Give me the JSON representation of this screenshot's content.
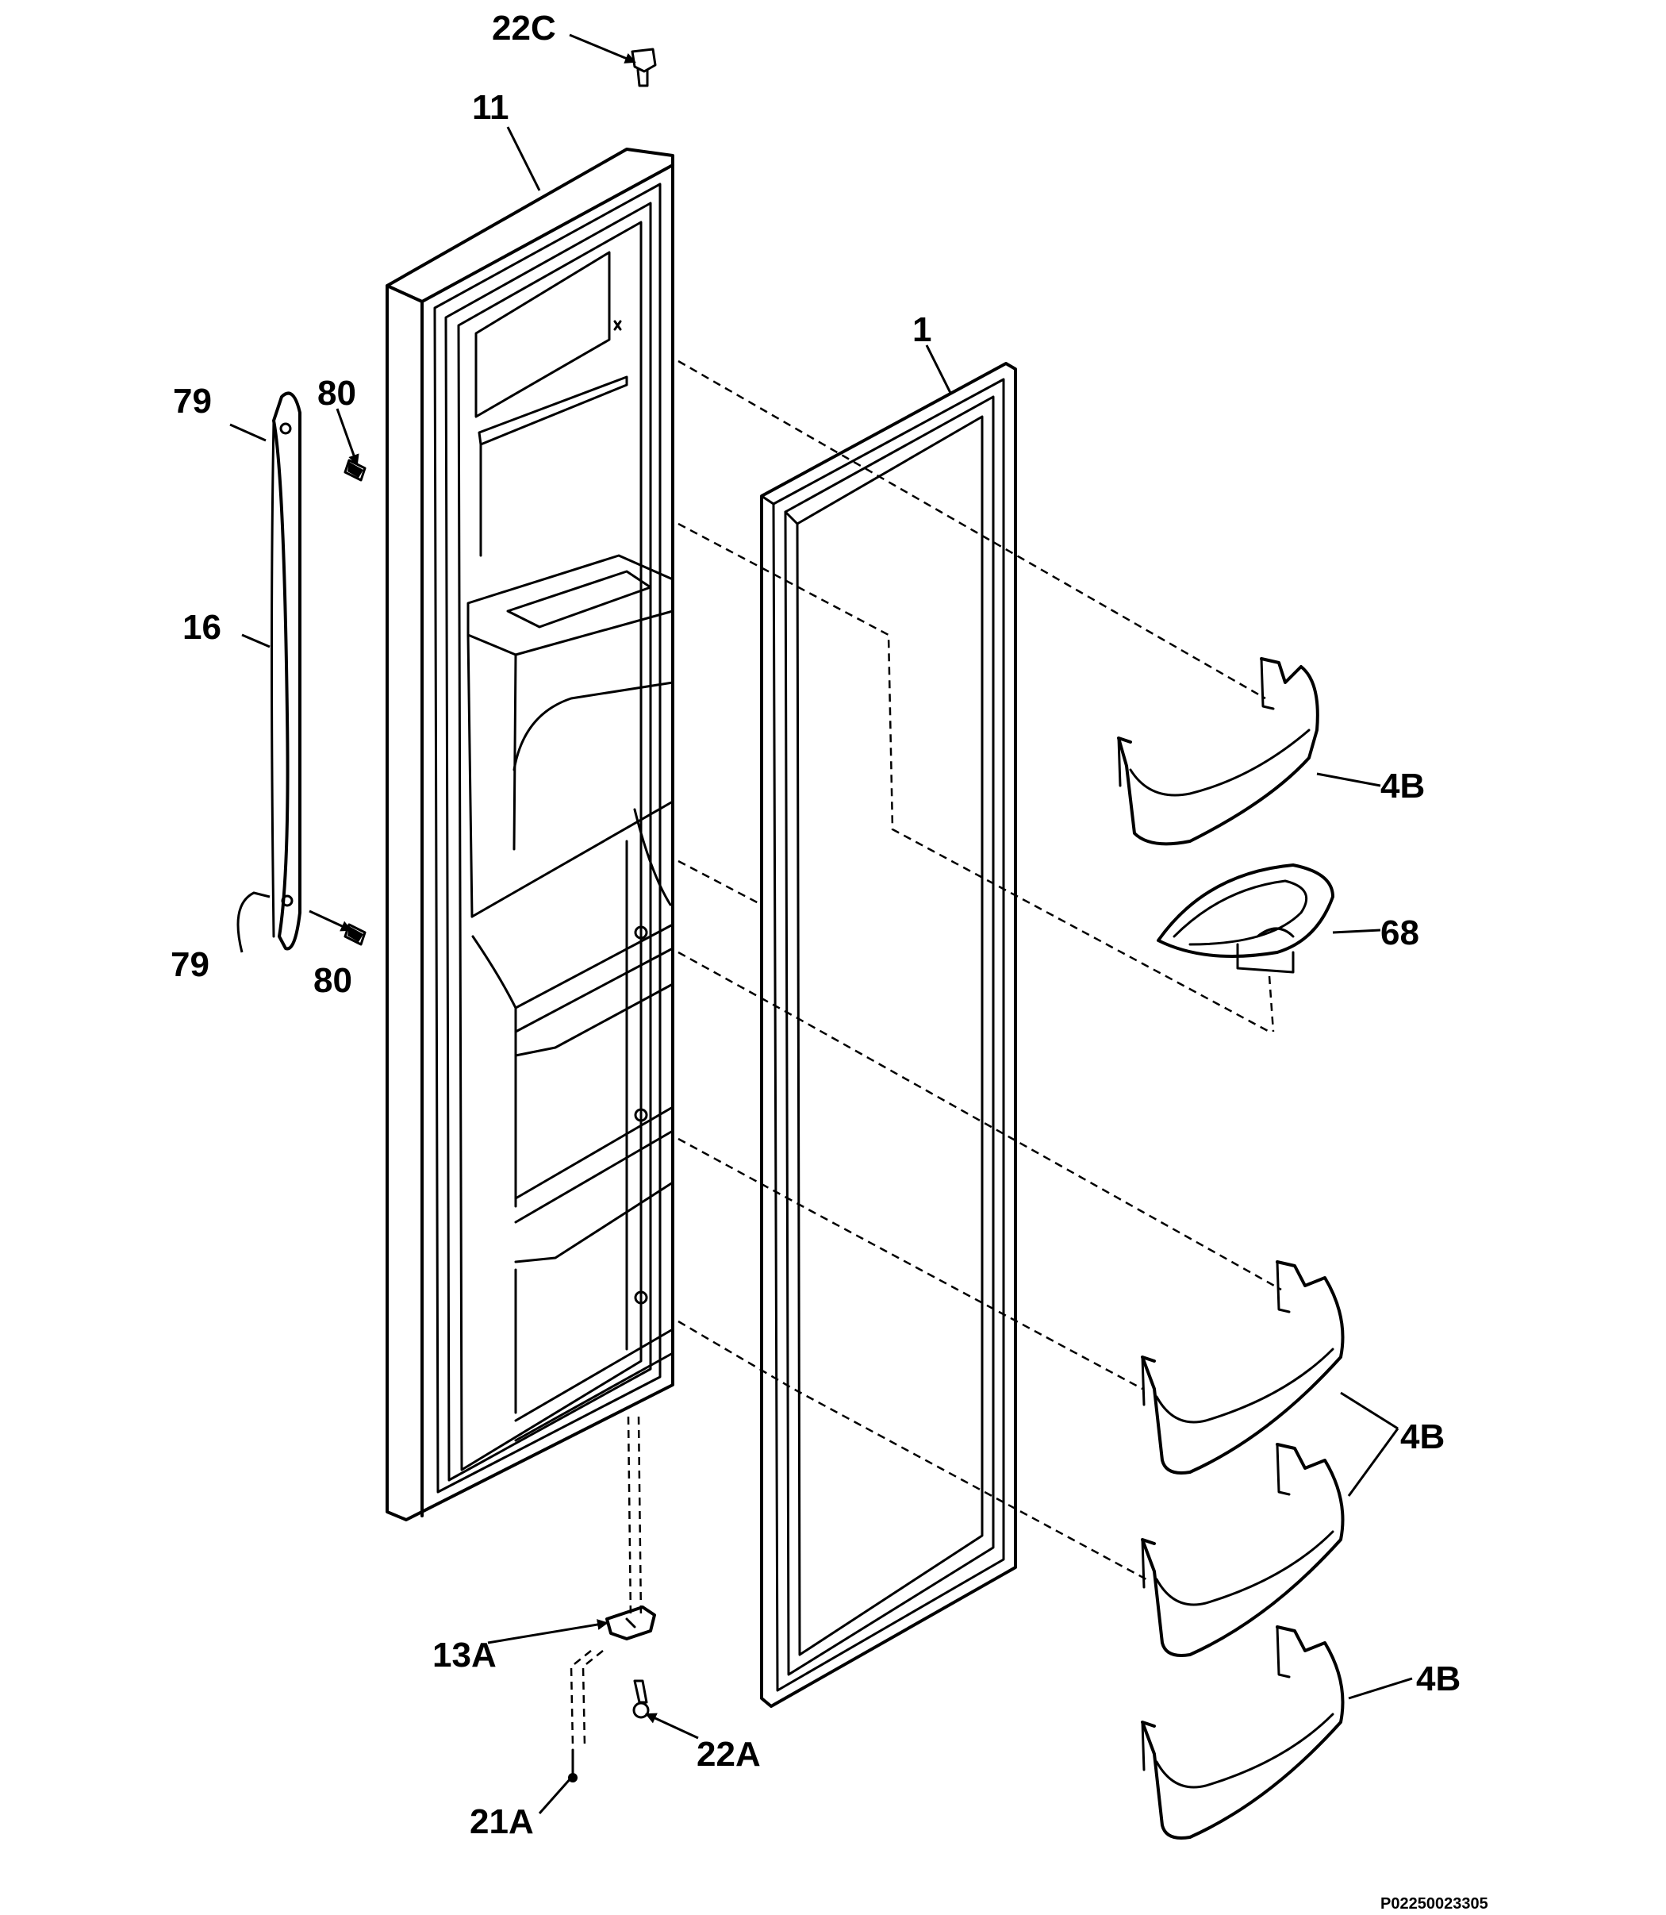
{
  "labels": {
    "l22C": "22C",
    "l11": "11",
    "l1": "1",
    "l79a": "79",
    "l80a": "80",
    "l16": "16",
    "l79b": "79",
    "l80b": "80",
    "l4Ba": "4B",
    "l68": "68",
    "l4Bb": "4B",
    "l4Bc": "4B",
    "l13A": "13A",
    "l22A": "22A",
    "l21A": "21A"
  },
  "figure_code": "P02250023305",
  "colors": {
    "line": "#000000",
    "background": "#ffffff"
  }
}
